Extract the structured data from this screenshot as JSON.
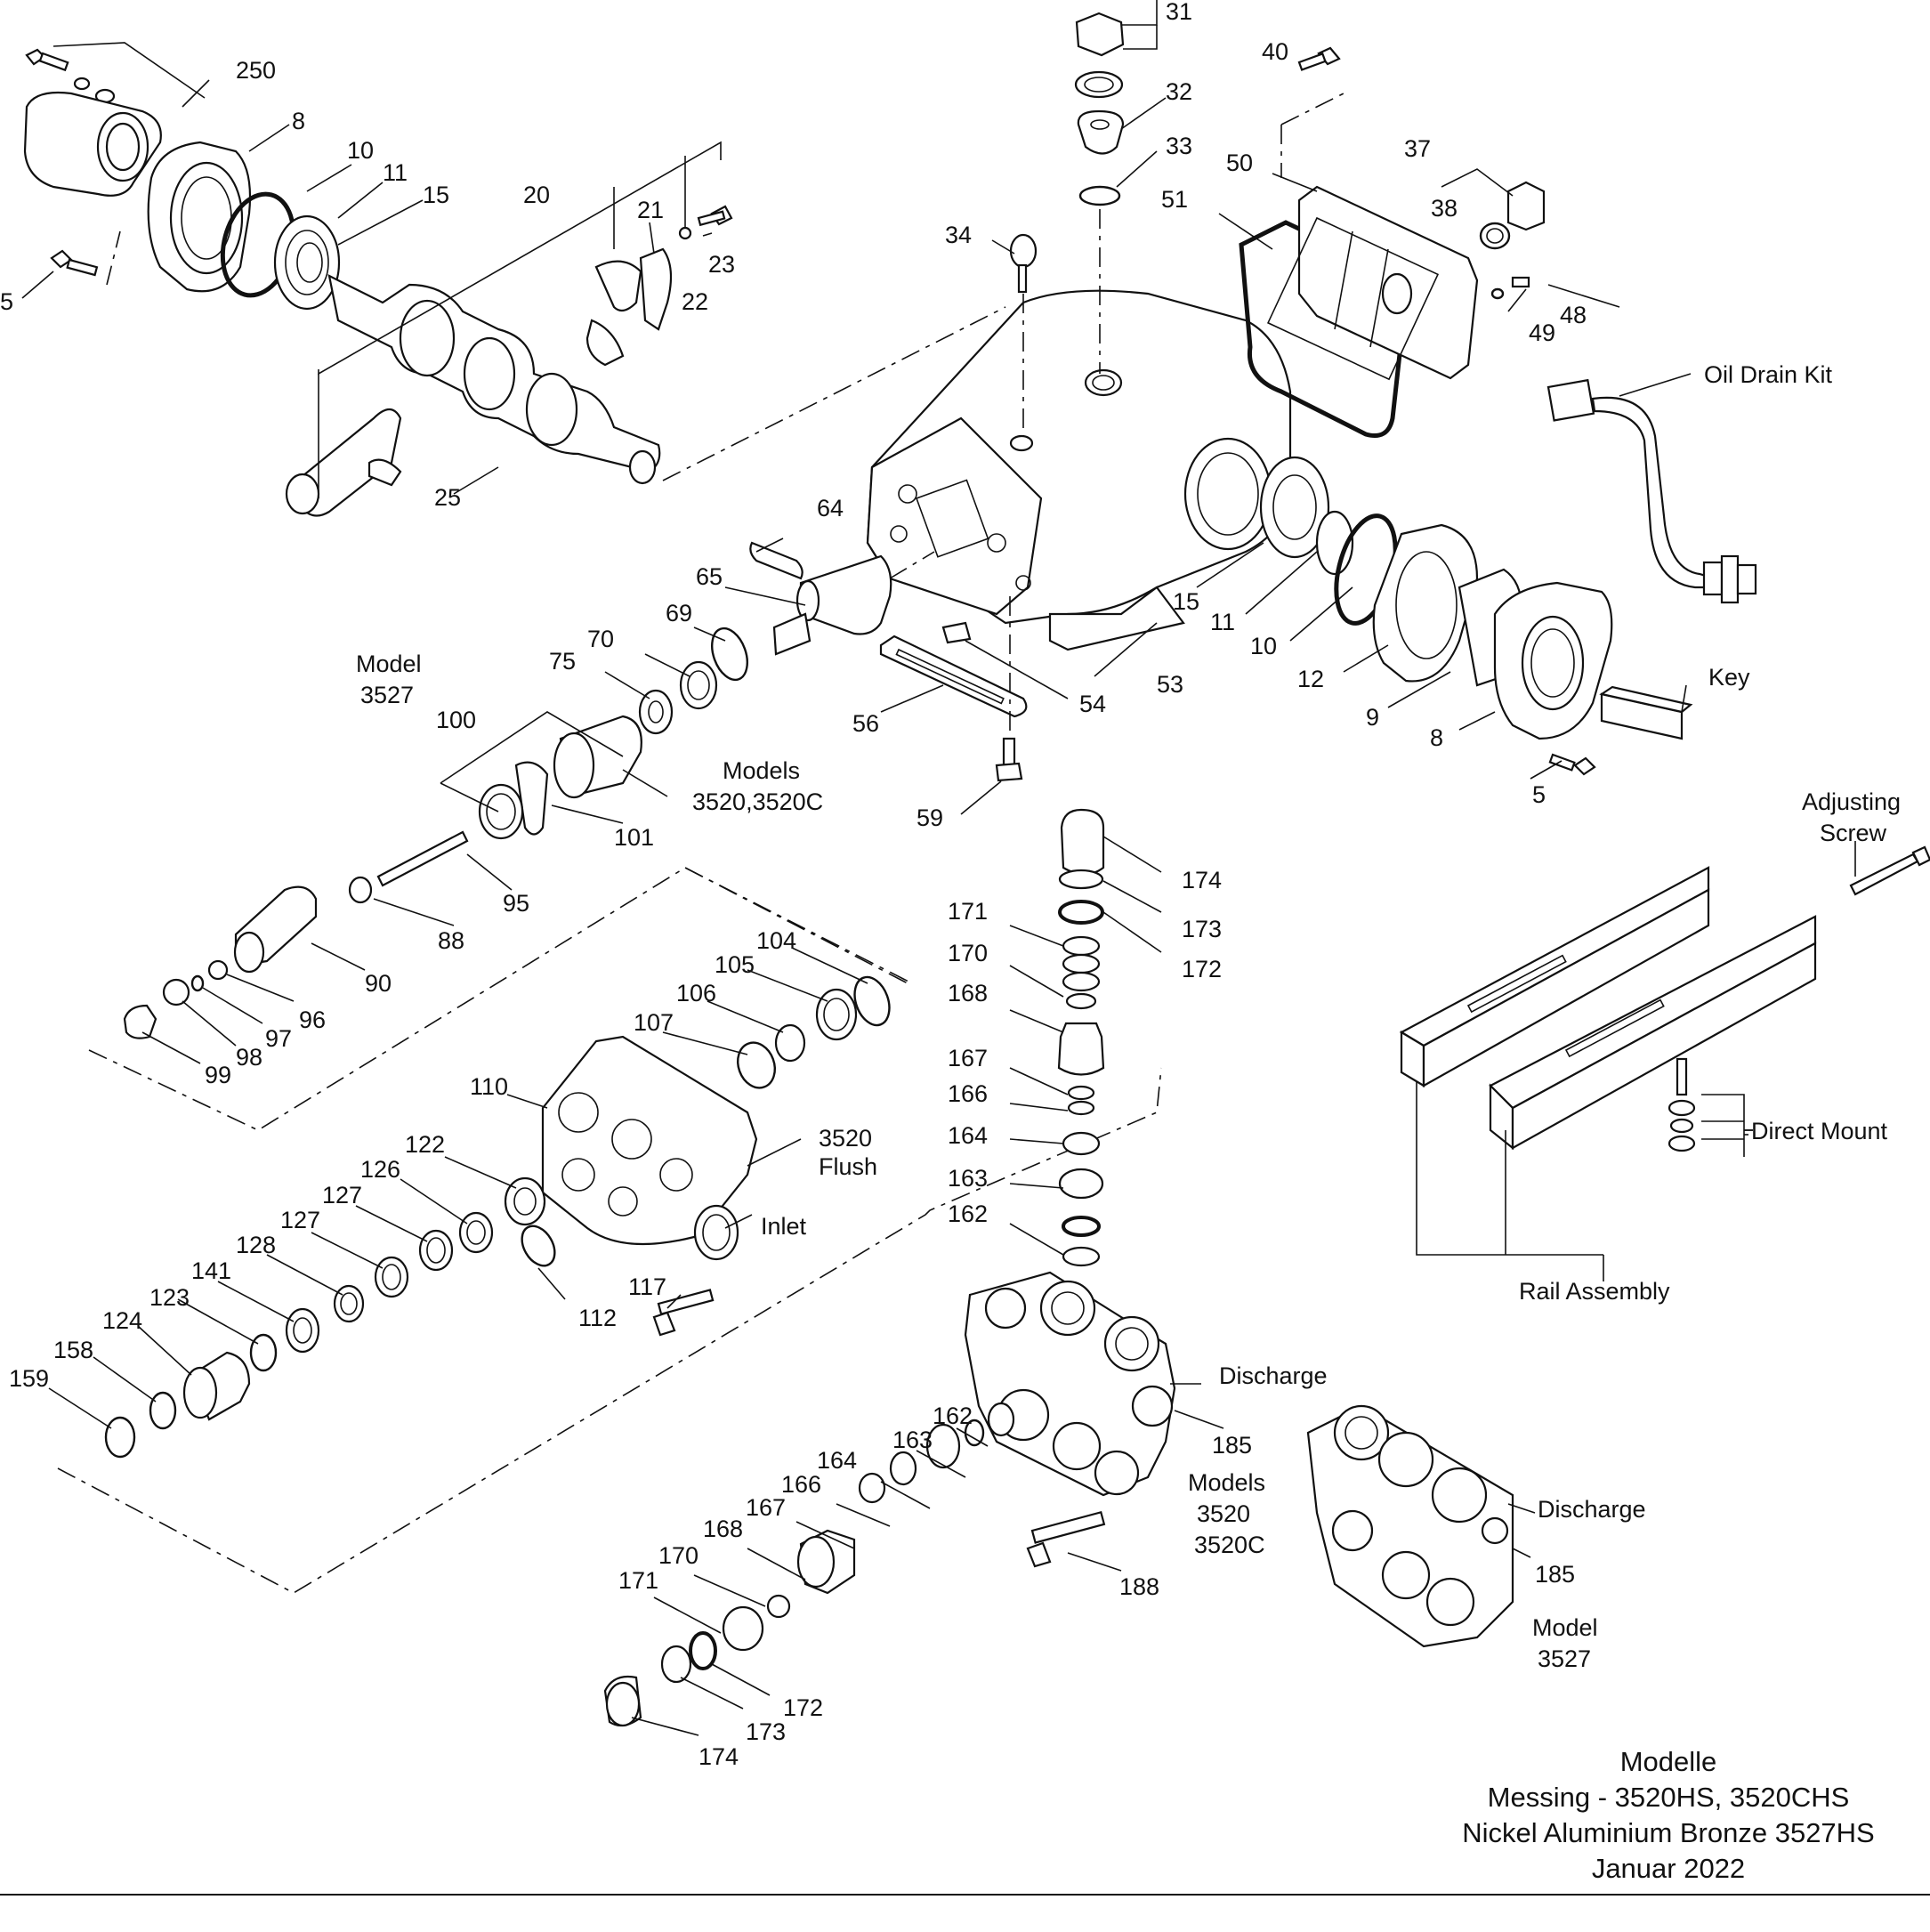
{
  "part_numbers": {
    "n250": "250",
    "n8a": "8",
    "n10a": "10",
    "n11a": "11",
    "n15a": "15",
    "n20": "20",
    "n21": "21",
    "n22": "22",
    "n23": "23",
    "n5a": "5",
    "n25": "25",
    "n31": "31",
    "n32": "32",
    "n33": "33",
    "n34": "34",
    "n40": "40",
    "n50": "50",
    "n51": "51",
    "n37": "37",
    "n38": "38",
    "n48": "48",
    "n49": "49",
    "n64": "64",
    "n65": "65",
    "n69": "69",
    "n70": "70",
    "n75": "75",
    "n100": "100",
    "n101": "101",
    "n95": "95",
    "n88": "88",
    "n90": "90",
    "n96": "96",
    "n97": "97",
    "n98": "98",
    "n99": "99",
    "n15b": "15",
    "n11b": "11",
    "n10b": "10",
    "n12": "12",
    "n9": "9",
    "n8b": "8",
    "n5b": "5",
    "n53": "53",
    "n54": "54",
    "n56": "56",
    "n59": "59",
    "n104": "104",
    "n105": "105",
    "n106": "106",
    "n107": "107",
    "n110": "110",
    "n122": "122",
    "n126": "126",
    "n127a": "127",
    "n127b": "127",
    "n128": "128",
    "n141": "141",
    "n123": "123",
    "n124": "124",
    "n158": "158",
    "n159": "159",
    "n112": "112",
    "n117": "117",
    "n174a": "174",
    "n173a": "173",
    "n172a": "172",
    "n171a": "171",
    "n170a": "170",
    "n168a": "168",
    "n167a": "167",
    "n166a": "166",
    "n164a": "164",
    "n163a": "163",
    "n162a": "162",
    "n162b": "162",
    "n163b": "163",
    "n164b": "164",
    "n166b": "166",
    "n167b": "167",
    "n168b": "168",
    "n170b": "170",
    "n171b": "171",
    "n172b": "172",
    "n173b": "173",
    "n174b": "174",
    "n185a": "185",
    "n185b": "185",
    "n188": "188"
  },
  "labels": {
    "oil_drain_kit": "Oil Drain Kit",
    "key": "Key",
    "adjusting_1": "Adjusting",
    "adjusting_2": "Screw",
    "direct_mount": "Direct Mount",
    "rail_assembly": "Rail Assembly",
    "model_a1": "Model",
    "model_a2": "3527",
    "models_b1": "Models",
    "models_b2": "3520,3520C",
    "flush_1": "3520",
    "flush_2": "Flush",
    "inlet": "Inlet",
    "discharge_a": "Discharge",
    "discharge_b": "Discharge",
    "models_c1": "Models",
    "models_c2": "3520",
    "models_c3": "3520C",
    "model_d1": "Model",
    "model_d2": "3527"
  },
  "footer": {
    "line1": "Modelle",
    "line2": "Messing - 3520HS, 3520CHS",
    "line3": "Nickel Aluminium Bronze 3527HS",
    "line4": "Januar 2022"
  }
}
